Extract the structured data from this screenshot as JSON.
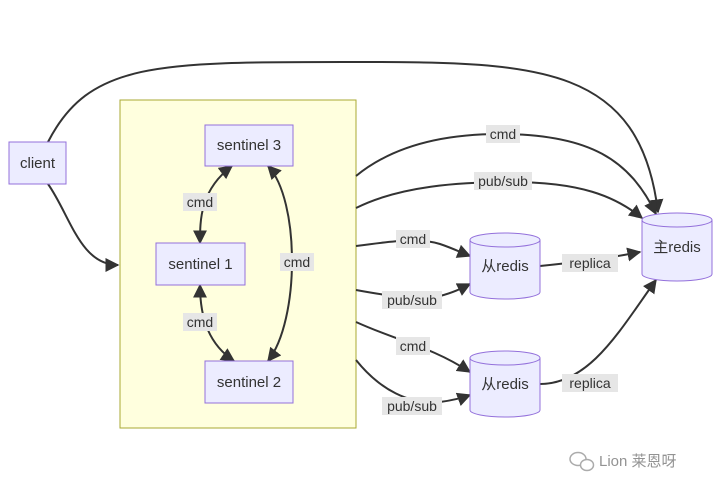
{
  "diagram": {
    "nodes": {
      "client": "client",
      "sentinel3": "sentinel 3",
      "sentinel1": "sentinel 1",
      "sentinel2": "sentinel 2",
      "master": "主redis",
      "replica1": "从redis",
      "replica2": "从redis"
    },
    "labels": {
      "s3_s1": "cmd",
      "s1_s2": "cmd",
      "s3_s2": "cmd",
      "to_master_cmd": "cmd",
      "to_master_pubsub": "pub/sub",
      "to_r1_cmd": "cmd",
      "to_r1_pubsub": "pub/sub",
      "to_r2_cmd": "cmd",
      "to_r2_pubsub": "pub/sub",
      "r1_replica": "replica",
      "r2_replica": "replica"
    }
  },
  "watermark": {
    "text": "Lion 莱恩呀",
    "icon": "wechat-icon"
  },
  "colors": {
    "node_fill": "#ECECFF",
    "node_stroke": "#9370DB",
    "cluster_fill": "#ffffde",
    "cluster_stroke": "#aaaa33",
    "edge": "#333333",
    "label_bg": "#e8e8e8"
  }
}
